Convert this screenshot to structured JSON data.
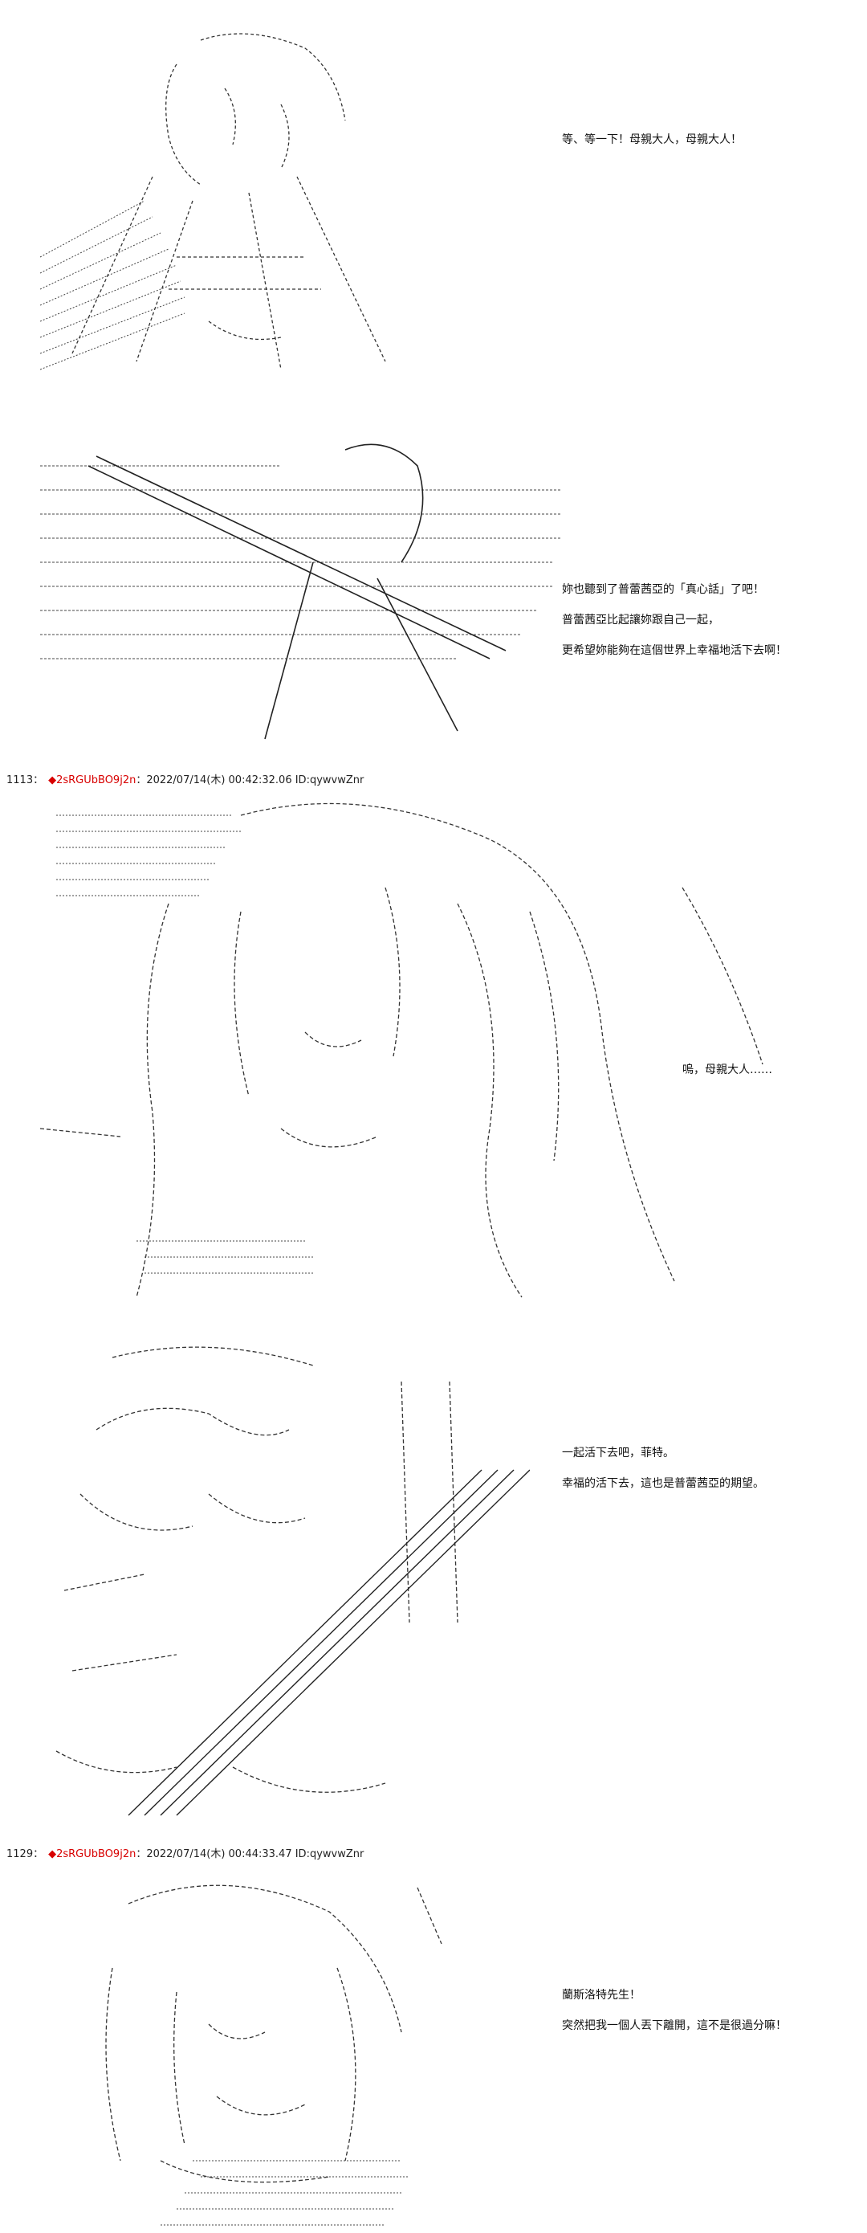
{
  "panels": [
    {
      "lines": [
        "等、等一下！母親大人，母親大人！"
      ]
    },
    {
      "lines": [
        "妳也聽到了普蕾茜亞的「真心話」了吧！",
        "普蕾茜亞比起讓妳跟自己一起，",
        "更希望妳能夠在這個世界上幸福地活下去啊！"
      ]
    },
    {
      "lines": [
        "嗚，母親大人……"
      ]
    },
    {
      "lines": [
        "一起活下去吧，菲特。",
        "幸福的活下去，這也是普蕾茜亞的期望。"
      ]
    },
    {
      "lines": [
        "蘭斯洛特先生！",
        "突然把我一個人丟下離開，這不是很過分嘛！"
      ]
    }
  ],
  "posts": [
    {
      "number": "1113：",
      "trip": "◆2sRGUbBO9j2n",
      "info": "：2022/07/14(木) 00:42:32.06 ID:qywvwZnr"
    },
    {
      "number": "1129：",
      "trip": "◆2sRGUbBO9j2n",
      "info": "：2022/07/14(木) 00:44:33.47 ID:qywvwZnr"
    }
  ]
}
